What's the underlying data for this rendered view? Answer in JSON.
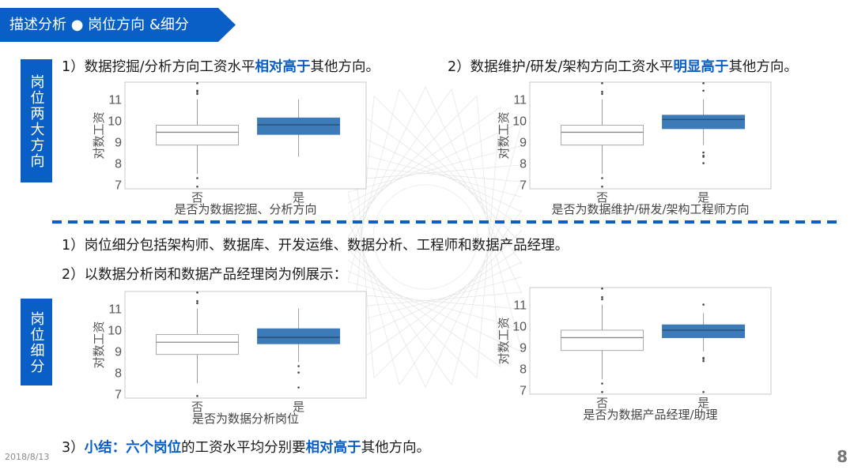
{
  "header": {
    "title": "描述分析 ● 岗位方向 &细分"
  },
  "section1": {
    "side_label": "岗位两大方向",
    "point1": {
      "prefix": "1）数据挖掘/分析方向工资水平",
      "highlight": "相对高于",
      "suffix": "其他方向。"
    },
    "point2": {
      "prefix": "2）数据维护/研发/架构方向工资水平",
      "highlight": "明显高于",
      "suffix": "其他方向。"
    }
  },
  "section2": {
    "side_label": "岗位细分",
    "point1": "1）岗位细分包括架构师、数据库、开发运维、数据分析、工程师和数据产品经理。",
    "point2": "2）以数据分析岗和数据产品经理岗为例展示："
  },
  "summary": {
    "prefix": "3）",
    "highlight1": "小结：六个岗位",
    "middle": "的工资水平均分别要",
    "highlight2": "相对高于",
    "suffix": "其他方向。"
  },
  "footer": {
    "date": "2018/8/13",
    "page": "8"
  },
  "colors": {
    "accent": "#0a5fc7",
    "box_fill_yes": "#3d7ab8",
    "box_fill_no": "#ffffff"
  },
  "chart_data": [
    {
      "type": "box",
      "title": "",
      "xlabel": "是否为数据挖掘、分析方向",
      "ylabel": "对数工资",
      "categories": [
        "否",
        "是"
      ],
      "ylim": [
        6.8,
        11.8
      ],
      "yticks": [
        7,
        8,
        9,
        10,
        11
      ],
      "series": [
        {
          "name": "否",
          "whisker_low": 7.5,
          "q1": 8.85,
          "median": 9.45,
          "q3": 9.78,
          "whisker_high": 11.0,
          "outliers": [
            7.3,
            6.9,
            11.25,
            11.35,
            11.4,
            11.75
          ],
          "fill": "#ffffff"
        },
        {
          "name": "是",
          "whisker_low": 8.3,
          "q1": 9.35,
          "median": 9.8,
          "q3": 10.12,
          "whisker_high": 11.0,
          "outliers": [],
          "fill": "#3d7ab8"
        }
      ]
    },
    {
      "type": "box",
      "title": "",
      "xlabel": "是否为数据维护/研发/架构工程师方向",
      "ylabel": "对数工资",
      "categories": [
        "否",
        "是"
      ],
      "ylim": [
        6.8,
        11.8
      ],
      "yticks": [
        7,
        8,
        9,
        10,
        11
      ],
      "series": [
        {
          "name": "否",
          "whisker_low": 7.5,
          "q1": 8.85,
          "median": 9.45,
          "q3": 9.78,
          "whisker_high": 11.0,
          "outliers": [
            7.3,
            6.9,
            11.25,
            11.35,
            11.75
          ],
          "fill": "#ffffff"
        },
        {
          "name": "是",
          "whisker_low": 8.85,
          "q1": 9.62,
          "median": 10.05,
          "q3": 10.25,
          "whisker_high": 11.0,
          "outliers": [
            8.0,
            8.3,
            8.35,
            8.5,
            11.4,
            11.75
          ],
          "fill": "#3d7ab8"
        }
      ]
    },
    {
      "type": "box",
      "title": "",
      "xlabel": "是否为数据分析岗位",
      "ylabel": "对数工资",
      "categories": [
        "否",
        "是"
      ],
      "ylim": [
        6.8,
        11.8
      ],
      "yticks": [
        7,
        8,
        9,
        10,
        11
      ],
      "series": [
        {
          "name": "否",
          "whisker_low": 7.5,
          "q1": 8.85,
          "median": 9.42,
          "q3": 9.78,
          "whisker_high": 11.0,
          "outliers": [
            6.9,
            11.25,
            11.35,
            11.75
          ],
          "fill": "#ffffff"
        },
        {
          "name": "是",
          "whisker_low": 8.5,
          "q1": 9.35,
          "median": 9.65,
          "q3": 10.05,
          "whisker_high": 11.0,
          "outliers": [
            7.3,
            8.0,
            8.3
          ],
          "fill": "#3d7ab8"
        }
      ]
    },
    {
      "type": "box",
      "title": "",
      "xlabel": "是否为数据产品经理/助理",
      "ylabel": "对数工资",
      "categories": [
        "否",
        "是"
      ],
      "ylim": [
        6.8,
        11.8
      ],
      "yticks": [
        7,
        8,
        9,
        10,
        11
      ],
      "series": [
        {
          "name": "否",
          "whisker_low": 7.5,
          "q1": 8.85,
          "median": 9.45,
          "q3": 9.8,
          "whisker_high": 11.0,
          "outliers": [
            7.3,
            6.9,
            11.25,
            11.35,
            11.75
          ],
          "fill": "#ffffff"
        },
        {
          "name": "是",
          "whisker_low": 8.8,
          "q1": 9.45,
          "median": 9.8,
          "q3": 10.05,
          "whisker_high": 10.6,
          "outliers": [
            6.9,
            8.35,
            8.45,
            8.5,
            11.0
          ],
          "fill": "#3d7ab8"
        }
      ]
    }
  ]
}
